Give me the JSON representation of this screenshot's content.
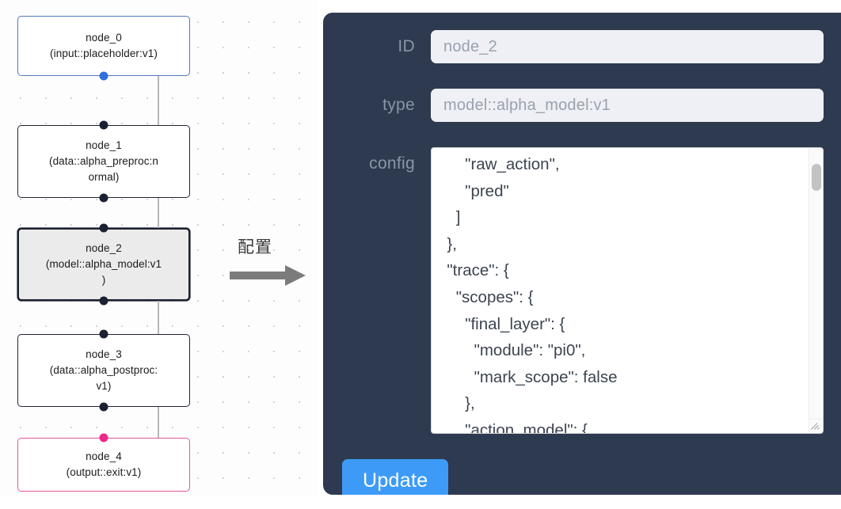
{
  "flow": {
    "name": "node-flow-canvas",
    "nodes": [
      {
        "id": "node_0",
        "label": "node_0\n(input::placeholder:v1)",
        "kind": "input",
        "selected": false
      },
      {
        "id": "node_1",
        "label": "node_1\n(data::alpha_preproc:n\normal)",
        "kind": "default",
        "selected": false
      },
      {
        "id": "node_2",
        "label": "node_2\n(model::alpha_model:v1\n)",
        "kind": "model",
        "selected": true
      },
      {
        "id": "node_3",
        "label": "node_3\n(data::alpha_postproc:\nv1)",
        "kind": "default",
        "selected": false
      },
      {
        "id": "node_4",
        "label": "node_4\n(output::exit:v1)",
        "kind": "output",
        "selected": false
      }
    ]
  },
  "transform": {
    "label": "配置",
    "arrow_icon": "right-arrow-icon"
  },
  "panel": {
    "title": "node-config-panel",
    "fields": {
      "id": {
        "label": "ID",
        "value": "node_2"
      },
      "type": {
        "label": "type",
        "value": "model::alpha_model:v1"
      },
      "config": {
        "label": "config",
        "value": "      \"raw_action\",\n      \"pred\"\n    ]\n  },\n  \"trace\": {\n    \"scopes\": {\n      \"final_layer\": {\n        \"module\": \"pi0\",\n        \"mark_scope\": false\n      },\n      \"action_model\": {"
      }
    },
    "update_button": "Update"
  },
  "colors": {
    "panel_bg": "#2e3a4f",
    "input_bg": "#eef0f5",
    "accent_button": "#3d9bf7",
    "input_node_border": "#5276c4",
    "output_node_border": "#df5a9c",
    "default_node_border": "#1f2533",
    "selected_node_bg": "#ebebeb",
    "blue_handle": "#2f6fdd",
    "pink_handle": "#ed2a8c",
    "edge_line": "#b6b6bb",
    "label_text": "#8b95a8"
  }
}
